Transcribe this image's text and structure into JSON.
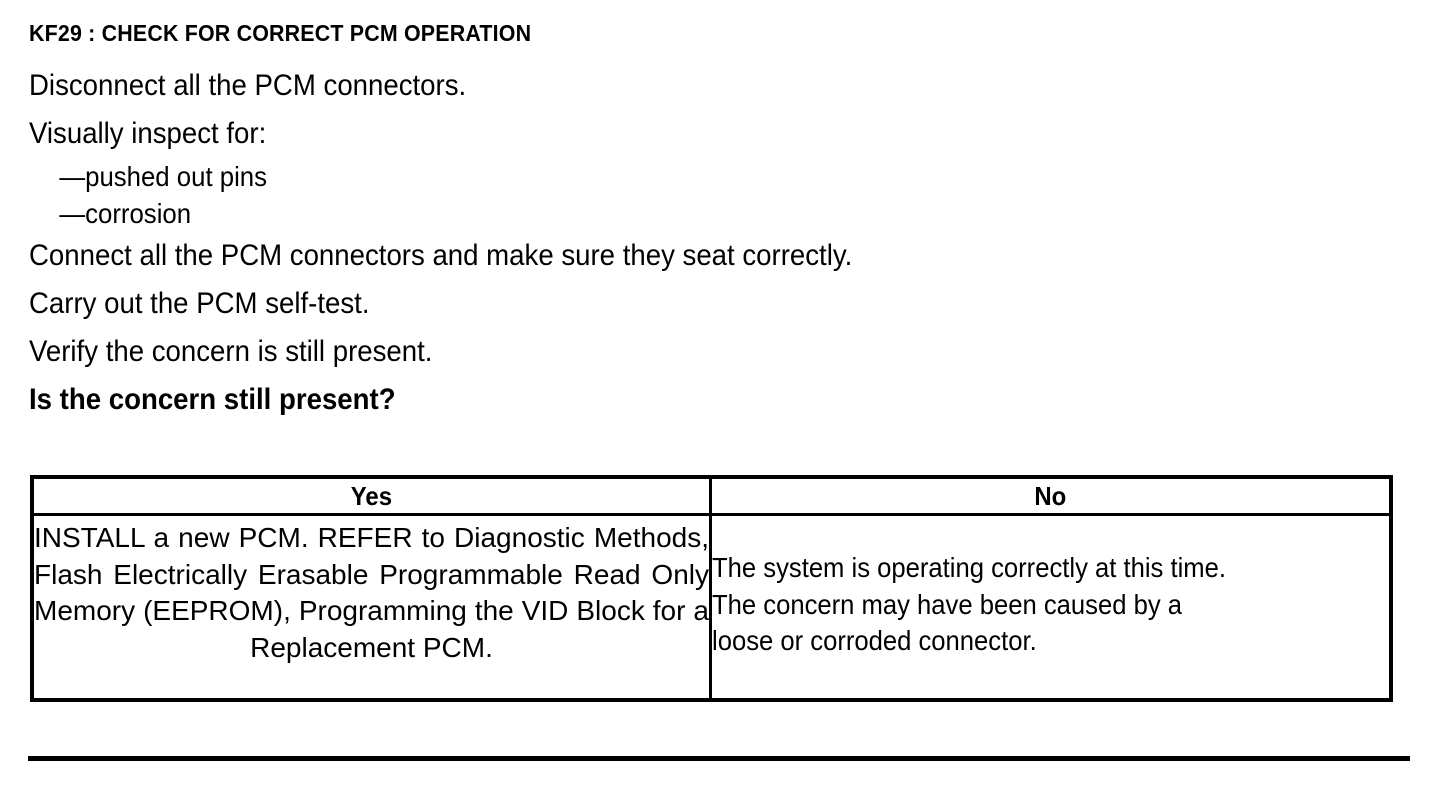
{
  "document": {
    "title": "KF29 : CHECK FOR CORRECT PCM OPERATION",
    "steps": [
      {
        "text": "Disconnect all the PCM connectors.",
        "bold": false
      },
      {
        "text": "Visually inspect for:",
        "bold": false
      }
    ],
    "sub_items": [
      "—pushed out pins",
      "—corrosion"
    ],
    "steps_after": [
      {
        "text": "Connect all the PCM connectors and make sure they seat correctly.",
        "bold": false
      },
      {
        "text": "Carry out the PCM self-test.",
        "bold": false
      },
      {
        "text": "Verify the concern is still present.",
        "bold": false
      },
      {
        "text": "Is the concern still present?",
        "bold": true
      }
    ],
    "question": "Is the concern still present?"
  },
  "result_table": {
    "headers": {
      "yes": "Yes",
      "no": "No"
    },
    "cells": {
      "yes_action": "INSTALL a new PCM. REFER to Diagnostic Methods, Flash Electrically Erasable Programmable Read Only Memory (EEPROM), Programming the VID Block for a Replacement PCM.",
      "yes_action_lines": [
        "INSTALL a new PCM. REFER to Diagnostic",
        "Methods, Flash Electrically Erasable",
        "Programmable Read Only Memory",
        "(EEPROM), Programming the VID Block for a",
        "Replacement PCM."
      ],
      "no_action": "The system is operating correctly at this time. The concern may have been caused by a loose or corroded connector.",
      "no_action_lines": [
        "The system is operating correctly at this time.",
        "The concern may have been caused by a",
        "loose or corroded connector."
      ]
    }
  },
  "colors": {
    "text": "#000000",
    "background": "#ffffff",
    "border": "#000000"
  }
}
